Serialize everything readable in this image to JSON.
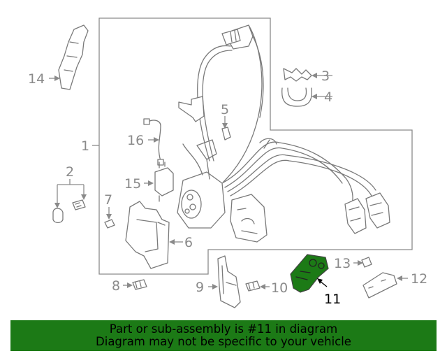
{
  "callouts": {
    "c1": "1",
    "c2": "2",
    "c3": "3",
    "c4": "4",
    "c5": "5",
    "c6": "6",
    "c7": "7",
    "c8": "8",
    "c9": "9",
    "c10": "10",
    "c11": "11",
    "c12": "12",
    "c13": "13",
    "c14": "14",
    "c15": "15",
    "c16": "16"
  },
  "highlighted_part": "11",
  "colors": {
    "highlight": "#1c7a16",
    "line": "#7a7a7a",
    "label": "#8a8a8a",
    "banner": "#1c7a16"
  },
  "banner": {
    "line1": "Part or sub-assembly is #11 in diagram",
    "line2": "Diagram may not be specific to your vehicle"
  }
}
